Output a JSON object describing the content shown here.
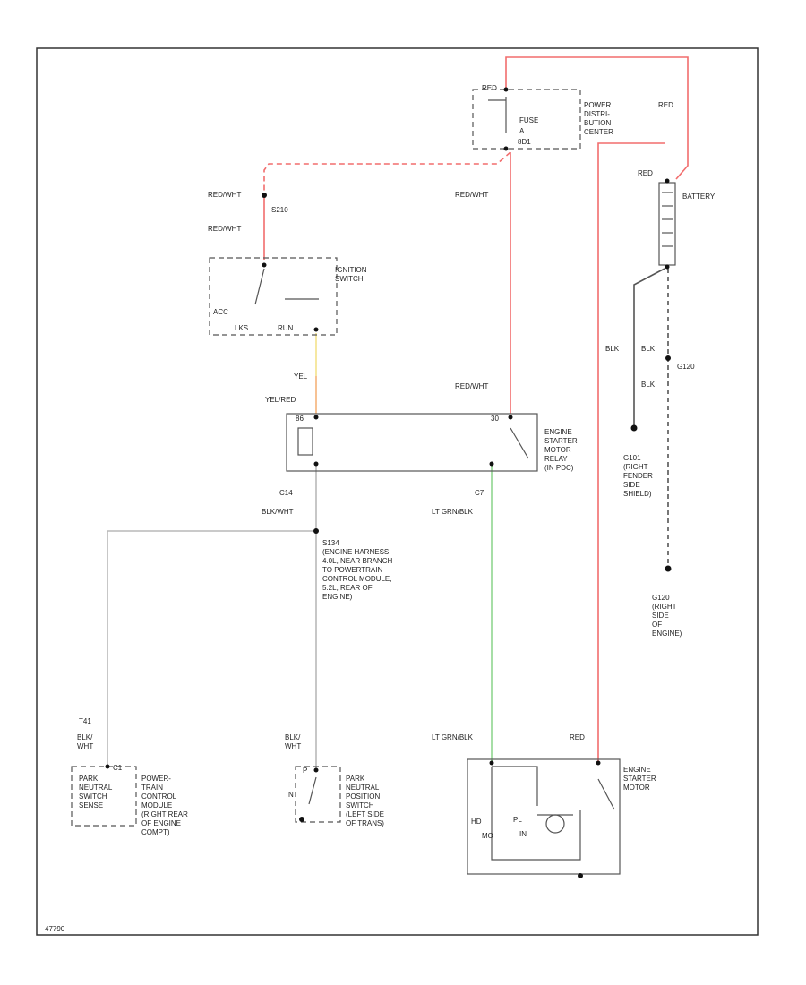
{
  "colors": {
    "red": "#f26d6d",
    "red_white": "#f26d6d",
    "yellow": "#f3e28a",
    "yel_red": "#f5b27a",
    "green": "#8fd68f",
    "gray": "#b9b9b9",
    "black": "#555555"
  },
  "labels": {
    "fuse_red": "RED",
    "fuse_name": "FUSE",
    "fuse_a": "A",
    "fuse_num": "8D1",
    "pdc": "POWER\nDISTRI-\nBUTION\nCENTER",
    "red_top": "RED",
    "red_batt": "RED",
    "battery": "BATTERY",
    "redwht_1": "RED/WHT",
    "s210": "S210",
    "redwht_2": "RED/WHT",
    "ignition_switch": "IGNITION\nSWITCH",
    "acc": "ACC",
    "lks": "LKS",
    "run": "RUN",
    "redwht_3": "RED/WHT",
    "yel": "YEL",
    "yel_red": "YEL/RED",
    "redwht_4": "RED/WHT",
    "relay_86": "86",
    "relay_30": "30",
    "starter_relay": "ENGINE\nSTARTER\nMOTOR\nRELAY\n(IN PDC)",
    "c14": "C14",
    "blk_wht": "BLK/WHT",
    "c7": "C7",
    "lt_grn_blk_1": "LT GRN/BLK",
    "blk_1": "BLK",
    "blk_2": "BLK",
    "blk_3": "BLK",
    "g120_top": "G120",
    "g101": "G101\n(RIGHT\nFENDER\nSIDE\nSHIELD)",
    "g120": "G120\n(RIGHT\nSIDE\nOF\nENGINE)",
    "s134": "S134\n(ENGINE HARNESS,\n4.0L, NEAR BRANCH\nTO POWERTRAIN\nCONTROL MODULE,\n5.2L, REAR OF\nENGINE)",
    "t41": "T41",
    "blk_wht_2": "BLK/\nWHT",
    "pnsense": "PARK\nNEUTRAL\nSWITCH\nSENSE",
    "pcm_c1": "C1",
    "pcm": "POWER-\nTRAIN\nCONTROL\nMODULE\n(RIGHT REAR\nOF ENGINE\nCOMPT)",
    "blk_wht_3": "BLK/\nWHT",
    "pnp_switch": "PARK\nNEUTRAL\nPOSITION\nSWITCH\n(LEFT SIDE\nOF TRANS)",
    "pn_p": "P",
    "pn_n": "N",
    "lt_grn_blk_2": "LT GRN/BLK",
    "red_motor": "RED",
    "starter_motor": "ENGINE\nSTARTER\nMOTOR",
    "hd": "HD",
    "pl": "PL",
    "mo": "MO",
    "motor_in": "IN",
    "figure_id": "47790"
  }
}
